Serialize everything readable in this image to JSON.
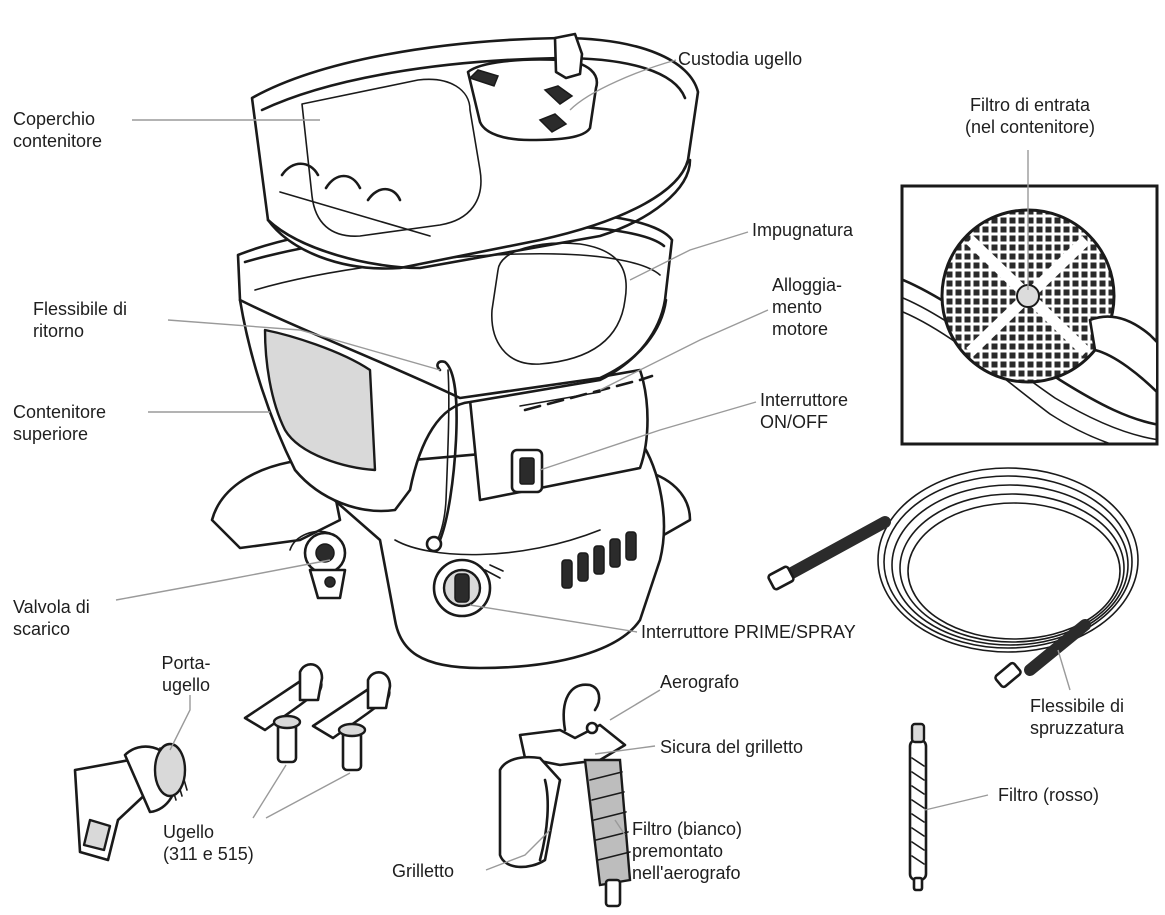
{
  "labels": {
    "lid": [
      "Coperchio",
      "contenitore"
    ],
    "tip_case": "Custodia ugello",
    "inlet_filter": [
      "Filtro di entrata",
      "(nel contenitore)"
    ],
    "handle": "Impugnatura",
    "motor_housing": [
      "Alloggia-",
      "mento",
      "motore"
    ],
    "return_hose": [
      "Flessibile di",
      "ritorno"
    ],
    "hopper": [
      "Contenitore",
      "superiore"
    ],
    "on_off": [
      "Interruttore",
      "ON/OFF"
    ],
    "drain_valve": [
      "Valvola di",
      "scarico"
    ],
    "prime_spray": "Interruttore PRIME/SPRAY",
    "tip_guard": [
      "Porta-",
      "ugello"
    ],
    "spray_gun": "Aerografo",
    "trigger_lock": "Sicura del grilletto",
    "spray_hose": [
      "Flessibile di",
      "spruzzatura"
    ],
    "filter_red": "Filtro (rosso)",
    "tips": [
      "Ugello",
      "(311 e 515)"
    ],
    "trigger": "Grilletto",
    "gun_filter": [
      "Filtro (bianco)",
      "premontato",
      "nell'aerografo"
    ]
  },
  "icons": {
    "sprayer": "paint-sprayer-illustration",
    "filter_detail": "inlet-filter-detail",
    "hose": "coiled-hose",
    "gun": "spray-gun",
    "tip_guard": "tip-guard",
    "tips": "spray-tips",
    "filter": "gun-filter"
  }
}
